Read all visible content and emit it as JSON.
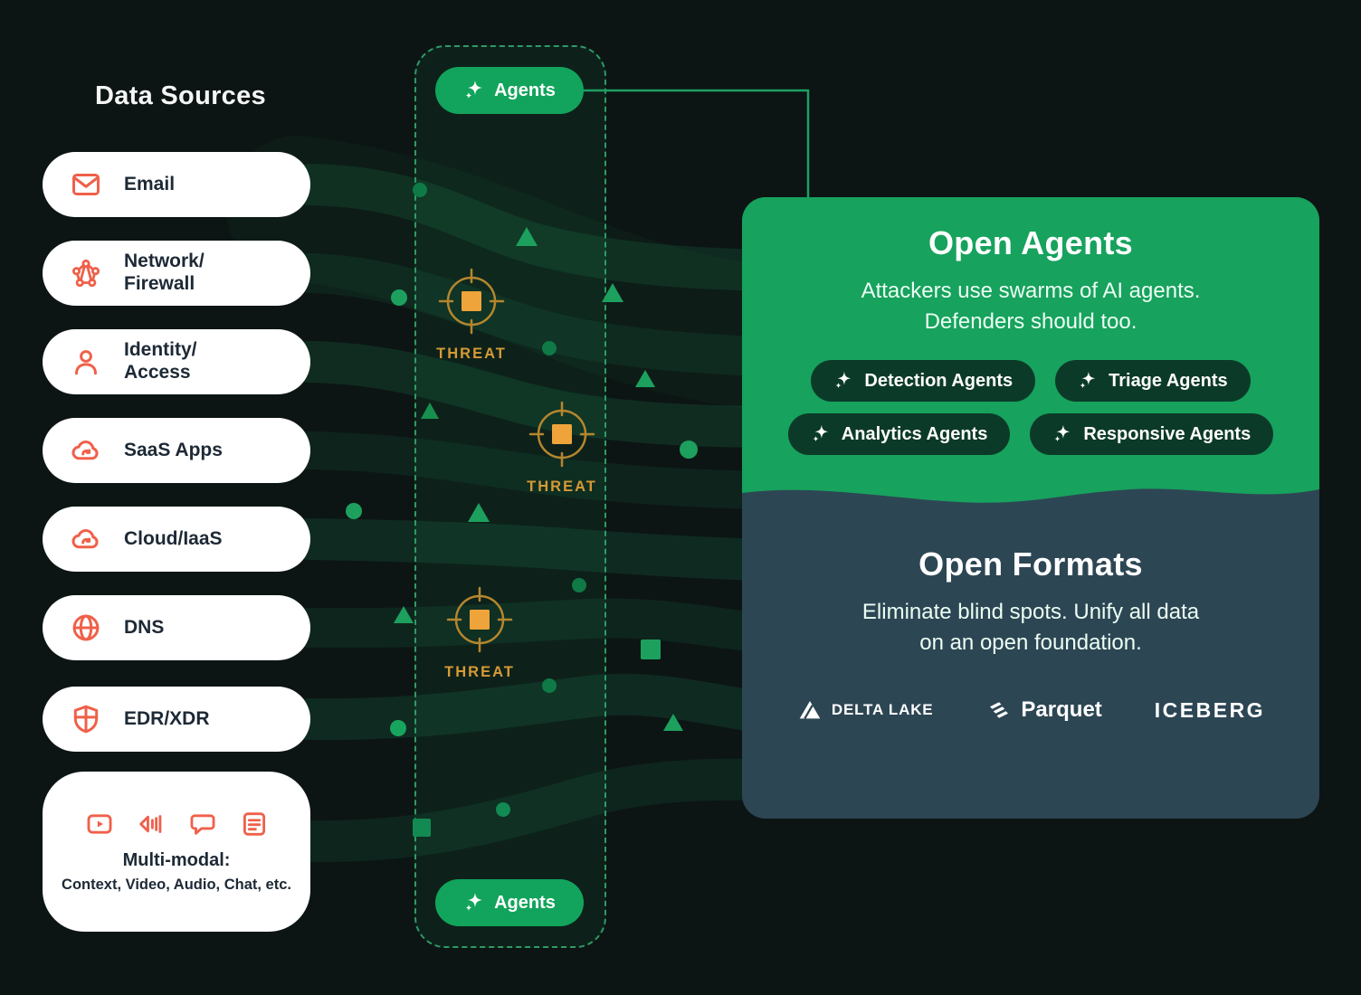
{
  "colors": {
    "background": "#0c1514",
    "accent_green": "#17a25d",
    "panel_slate": "#2d4654",
    "source_icon_coral": "#f0604a",
    "threat_amber": "#d79a35",
    "stream_green": "#23aa69",
    "dark_pill_green": "#0c3a28"
  },
  "data_sources": {
    "heading": "Data Sources",
    "items": [
      {
        "icon": "email-icon",
        "label": "Email"
      },
      {
        "icon": "network-icon",
        "line1": "Network/",
        "line2": "Firewall"
      },
      {
        "icon": "identity-icon",
        "line1": "Identity/",
        "line2": "Access"
      },
      {
        "icon": "saas-cloud-icon",
        "label": "SaaS Apps"
      },
      {
        "icon": "cloud-iaas-icon",
        "label": "Cloud/IaaS"
      },
      {
        "icon": "globe-icon",
        "label": "DNS"
      },
      {
        "icon": "shield-icon",
        "label": "EDR/XDR"
      },
      {
        "icons": [
          "video-icon",
          "audio-icon",
          "chat-icon",
          "document-icon"
        ],
        "title": "Multi-modal:",
        "subtitle": "Context, Video, Audio, Chat, etc."
      }
    ]
  },
  "corridor": {
    "agents_top_label": "Agents",
    "agents_bottom_label": "Agents",
    "threat_label": "THREAT"
  },
  "open_agents": {
    "title": "Open Agents",
    "subtitle_line1": "Attackers use swarms of AI agents.",
    "subtitle_line2": "Defenders should too.",
    "pills": [
      {
        "label": "Detection Agents"
      },
      {
        "label": "Triage Agents"
      },
      {
        "label": "Analytics Agents"
      },
      {
        "label": "Responsive Agents"
      }
    ]
  },
  "open_formats": {
    "title": "Open Formats",
    "body_line1": "Eliminate blind spots. Unify all data",
    "body_line2": "on an open foundation.",
    "logos": [
      {
        "label": "DELTA LAKE"
      },
      {
        "label": "Parquet"
      },
      {
        "label": "ICEBERG"
      }
    ]
  }
}
